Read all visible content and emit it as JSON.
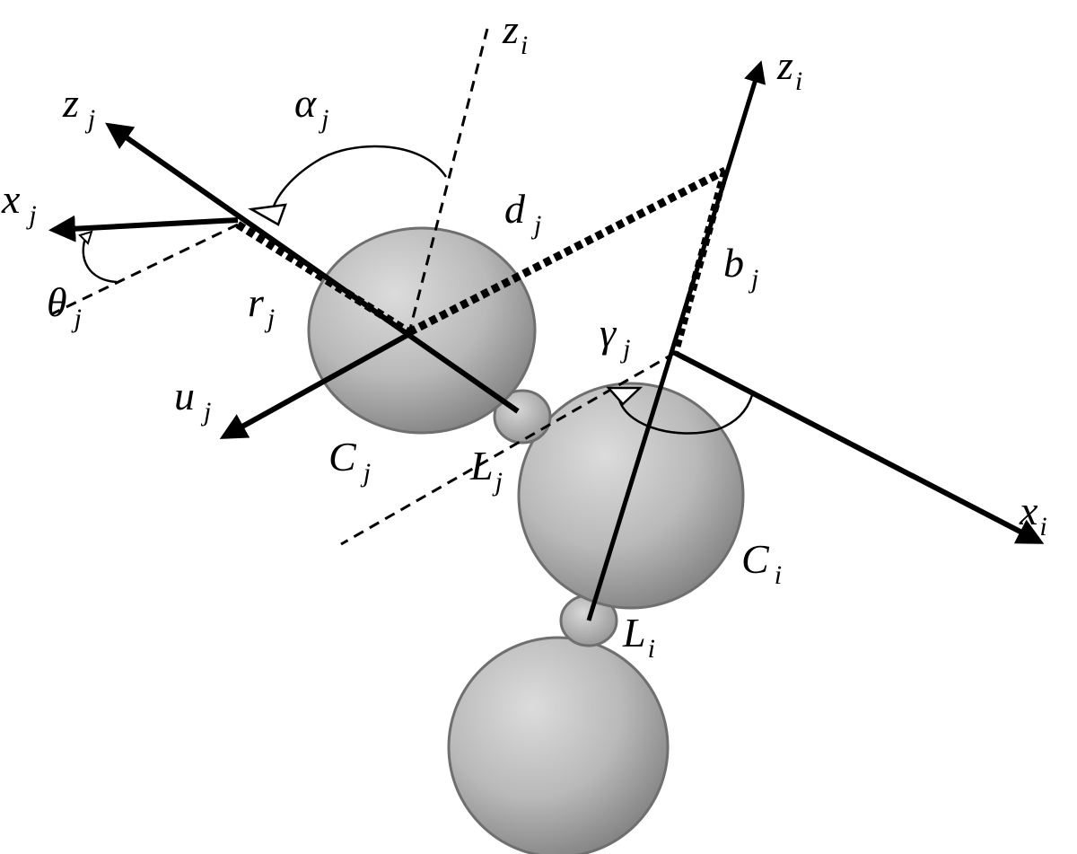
{
  "labels": {
    "z_j": {
      "main": "z",
      "sub": "j"
    },
    "x_j": {
      "main": "x",
      "sub": "j"
    },
    "theta_j": {
      "main": "θ",
      "sub": "j"
    },
    "alpha_j": {
      "main": "α",
      "sub": "j"
    },
    "z_i_dashed": {
      "main": "z",
      "sub": "i"
    },
    "z_i_axis": {
      "main": "z",
      "sub": "i"
    },
    "d_j": {
      "main": "d",
      "sub": "j"
    },
    "b_j": {
      "main": "b",
      "sub": "j"
    },
    "r_j": {
      "main": "r",
      "sub": "j"
    },
    "gamma_j": {
      "main": "γ",
      "sub": "j"
    },
    "u_j": {
      "main": "u",
      "sub": "j"
    },
    "C_j": {
      "main": "C",
      "sub": "j"
    },
    "L_j": {
      "main": "L",
      "sub": "j"
    },
    "C_i": {
      "main": "C",
      "sub": "i"
    },
    "L_i": {
      "main": "L",
      "sub": "i"
    },
    "x_i": {
      "main": "x",
      "sub": "i"
    }
  },
  "colors": {
    "ink": "#000000",
    "sphere_light": "#d4d4d4",
    "sphere_dark": "#858585",
    "sphere_outline": "#6f6f6f",
    "background": "#ffffff"
  }
}
